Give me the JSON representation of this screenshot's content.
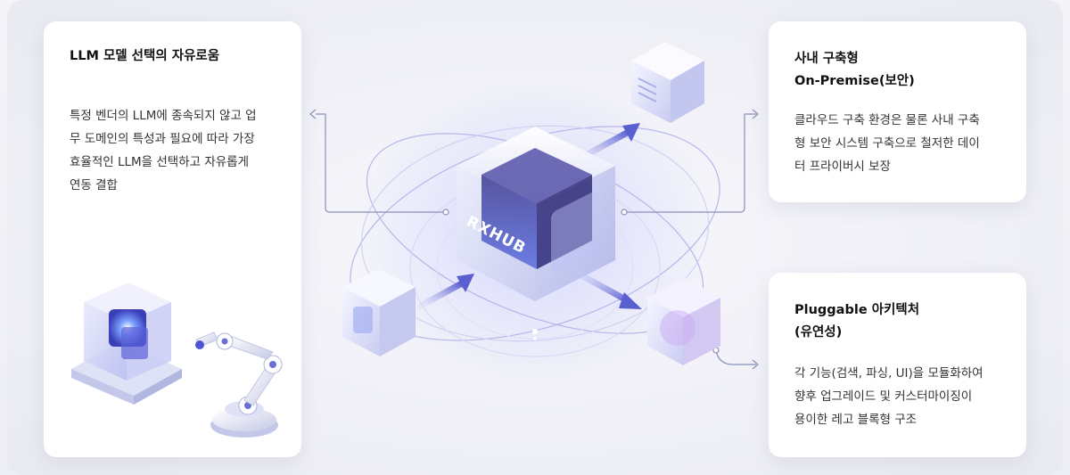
{
  "center_label": "RXHUB",
  "cards": {
    "left": {
      "title": "LLM 모델 선택의 자유로움",
      "desc": "특정 벤더의 LLM에 종속되지 않고 업\n무 도메인의 특성과 필요에 따라 가장\n효율적인 LLM을 선택하고 자유롭게\n연동 결합"
    },
    "top_right": {
      "title": "사내 구축형\nOn-Premise(보안)",
      "desc": "클라우드 구축 환경은 물론 사내 구축\n형 보안 시스템 구축으로 철저한 데이\n터 프라이버시 보장"
    },
    "bottom_right": {
      "title": "Pluggable 아키텍처\n(유연성)",
      "desc": "각 기능(검색, 파싱, UI)을 모듈화하여\n향후 업그레이드 및 커스터마이징이\n용이한 레고 블록형 구조"
    }
  },
  "colors": {
    "accent": "#6b6fd8",
    "accent_light": "#a9acf0",
    "cube_dark": "#2e2a78",
    "connector": "#8a8fb8"
  },
  "icons": [
    "robot-arm-icon",
    "cube-icon",
    "arrow-icon"
  ]
}
